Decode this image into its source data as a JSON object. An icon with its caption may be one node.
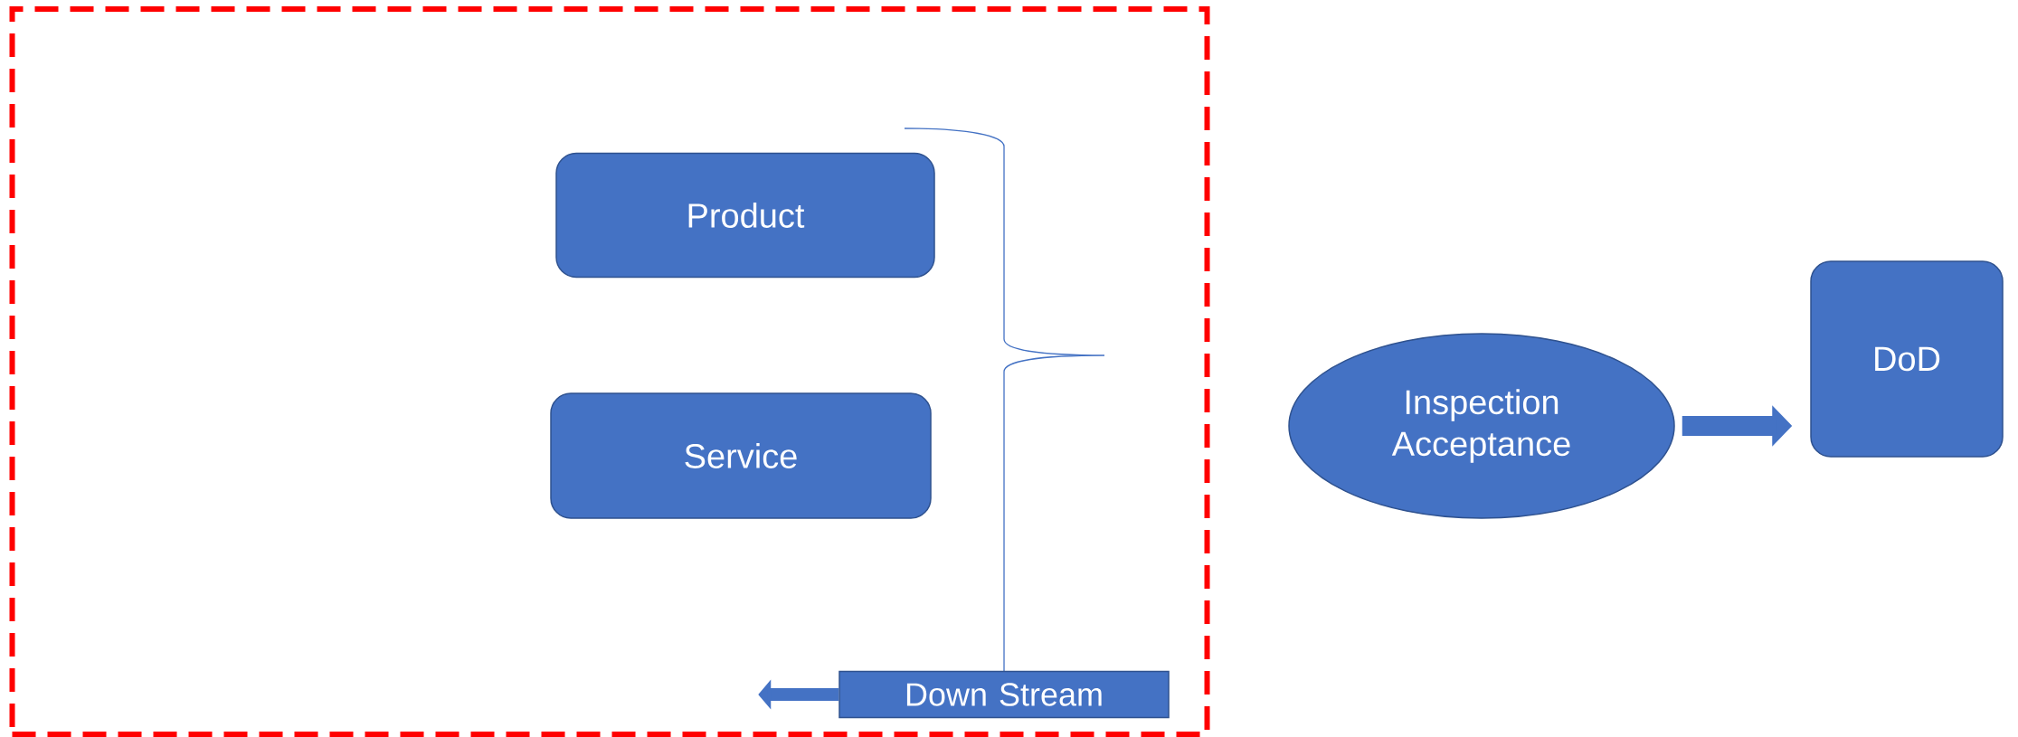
{
  "diagram": {
    "nodes": [
      {
        "text": [],
        "shape": "box"
      },
      {
        "text": [
          "Product"
        ],
        "in": 0
      },
      {
        "text": [
          "Service"
        ],
        "in": 0
      },
      {
        "text": [
          "Inspection Acceptance"
        ]
      },
      {
        "text": [
          "DoD"
        ]
      },
      {
        "text": [
          "Down Stream"
        ],
        "in": 0
      }
    ],
    "edges": [
      {
        "from": 3,
        "to": 4,
        "arrow": "to"
      },
      {
        "from": 5,
        "to": null,
        "arrow": "to"
      }
    ]
  }
}
